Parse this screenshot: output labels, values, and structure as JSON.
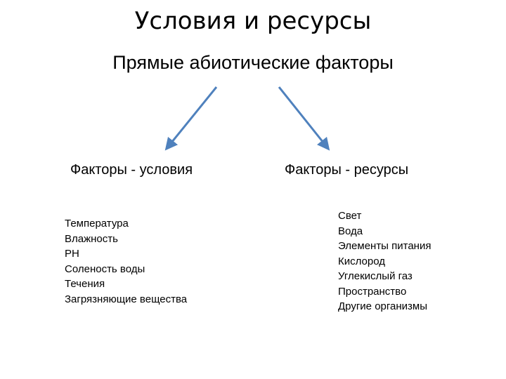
{
  "title": "Условия и ресурсы",
  "subtitle": "Прямые абиотические факторы",
  "arrow_color": "#4F81BD",
  "branches": [
    {
      "label": "Факторы - условия",
      "items": [
        "Температура",
        "Влажность",
        "PH",
        "Соленость воды",
        "Течения",
        "Загрязняющие вещества"
      ]
    },
    {
      "label": "Факторы - ресурсы",
      "items": [
        "Свет",
        "Вода",
        "Элементы питания",
        "Кислород",
        "Углекислый газ",
        "Пространство",
        "Другие организмы"
      ]
    }
  ]
}
